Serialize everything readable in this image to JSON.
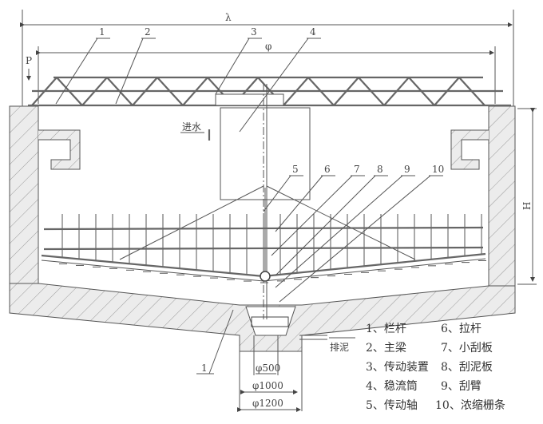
{
  "dimensions": {
    "overall": "λ",
    "bridge": "φ",
    "depth": "H",
    "height_p": "P",
    "pit_d1": "φ500",
    "pit_d2": "φ1000",
    "pit_d3": "φ1200"
  },
  "annotations": {
    "inlet": "进水",
    "outlet": "排泥"
  },
  "callouts": [
    "1",
    "2",
    "3",
    "4",
    "5",
    "6",
    "7",
    "8",
    "9",
    "10"
  ],
  "pit_callout": "1",
  "legend": [
    "1、栏杆",
    "2、主梁",
    "3、传动装置",
    "4、稳流筒",
    "5、传动轴",
    "6、拉杆",
    "7、小刮板",
    "8、刮泥板",
    "9、刮臂",
    "10、浓缩栅条"
  ],
  "colors": {
    "line": "#555555",
    "hatch": "#e4e4e4"
  }
}
